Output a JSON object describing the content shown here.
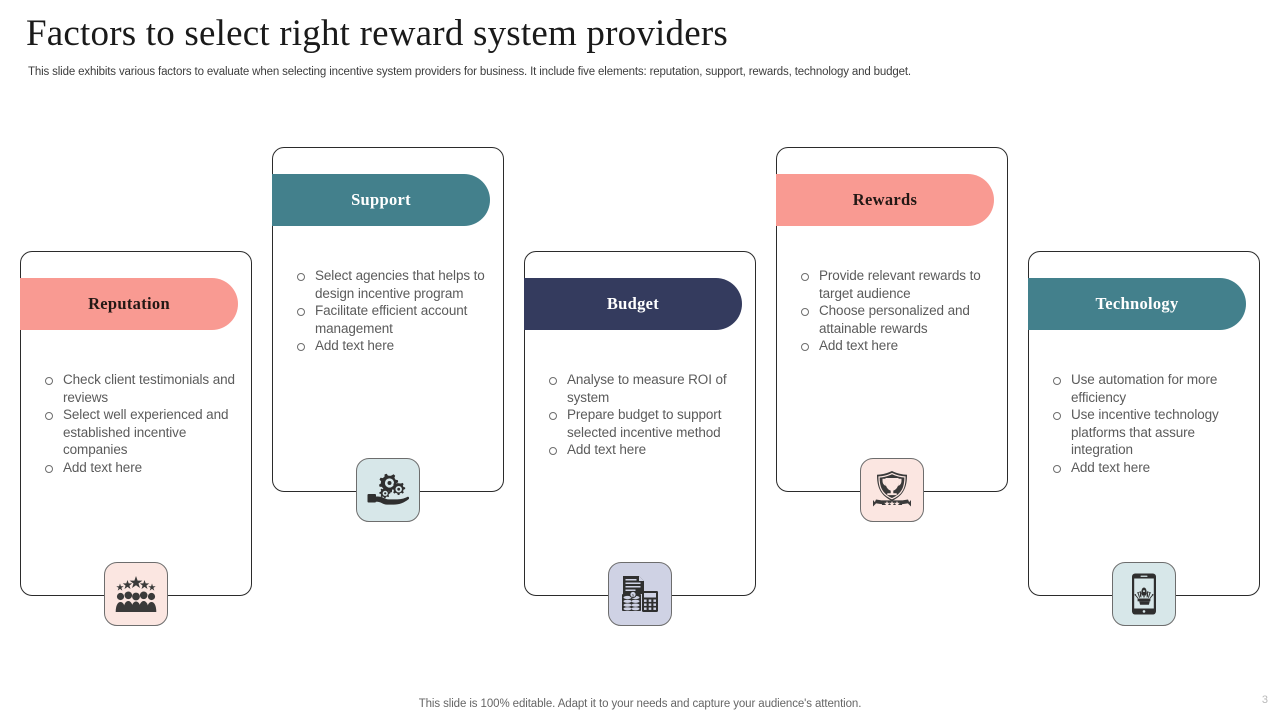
{
  "header": {
    "title": "Factors to select right reward system providers",
    "subtitle": "This slide exhibits various factors to evaluate when selecting incentive system providers for business. It include five elements: reputation, support, rewards, technology and budget."
  },
  "colors": {
    "salmon": "#F99A92",
    "teal": "#43808C",
    "navy": "#343B5E",
    "tile_pink": "#FBE6E1",
    "tile_blue": "#D7E7E9",
    "tile_lavender": "#CFD2E4",
    "card_border": "#2B2B2B",
    "body_text": "#5B5B5B",
    "title_text": "#1A1A1A"
  },
  "cards": [
    {
      "id": "reputation",
      "title": "Reputation",
      "pill_color": "#F99A92",
      "title_color": "#231815",
      "tile_color": "#FBE6E1",
      "icon": "people-stars-icon",
      "bullets": [
        "Check client testimonials and reviews",
        "Select well experienced and established incentive companies",
        "Add text here"
      ]
    },
    {
      "id": "support",
      "title": "Support",
      "pill_color": "#43808C",
      "title_color": "#FFFFFF",
      "tile_color": "#D7E7E9",
      "icon": "hand-gears-icon",
      "bullets": [
        "Select agencies that helps to design incentive program",
        "Facilitate efficient account management",
        "Add text here"
      ]
    },
    {
      "id": "budget",
      "title": "Budget",
      "pill_color": "#343B5E",
      "title_color": "#FFFFFF",
      "tile_color": "#CFD2E4",
      "icon": "document-calculator-icon",
      "bullets": [
        "Analyse to measure ROI of system",
        "Prepare budget to support selected incentive method",
        "Add text here"
      ]
    },
    {
      "id": "rewards",
      "title": "Rewards",
      "pill_color": "#F99A92",
      "title_color": "#231815",
      "tile_color": "#FBE6E1",
      "icon": "trophy-shield-icon",
      "bullets": [
        "Provide relevant rewards to target audience",
        "Choose personalized and attainable rewards",
        "Add text here"
      ]
    },
    {
      "id": "technology",
      "title": "Technology",
      "pill_color": "#43808C",
      "title_color": "#FFFFFF",
      "tile_color": "#D7E7E9",
      "icon": "smartphone-rocket-icon",
      "bullets": [
        "Use automation for more efficiency",
        "Use incentive technology platforms that assure integration",
        "Add text here"
      ]
    }
  ],
  "footer": {
    "note": "This slide is 100% editable. Adapt it to your needs and capture your audience's attention.",
    "page_number": "3"
  }
}
